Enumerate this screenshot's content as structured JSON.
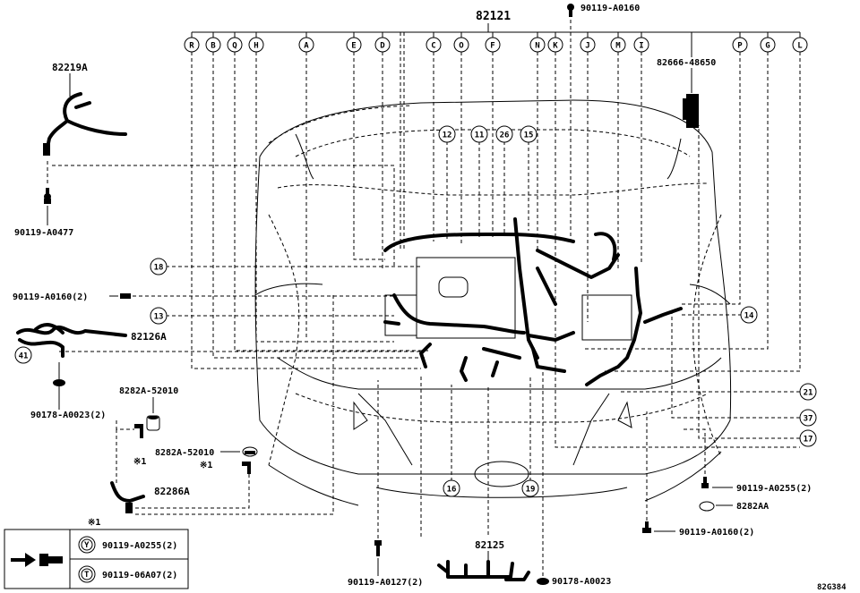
{
  "diagram": {
    "main_part": "82121",
    "drawing_code": "82G384",
    "part_labels": {
      "p82219A": "82219A",
      "p90119A0160top": "90119-A0160",
      "p82666": "82666-48650",
      "p90119A0477": "90119-A0477",
      "p90119A0160_2": "90119-A0160(2)",
      "p82126A": "82126A",
      "p90178A0023_2": "90178-A0023(2)",
      "p8282A_1": "8282A-52010",
      "p8282A_2": "8282A-52010",
      "p82286A": "82286A",
      "p90119A0255_2": "90119-A0255(2)",
      "p8282AA": "8282AA",
      "p90119A0160_2b": "90119-A0160(2)",
      "p82125": "82125",
      "p90119A0127_2": "90119-A0127(2)",
      "p90178A0023": "90178-A0023"
    },
    "note_mark": "※1",
    "callout_letters": [
      "R",
      "B",
      "Q",
      "H",
      "A",
      "E",
      "D",
      "C",
      "O",
      "F",
      "N",
      "K",
      "J",
      "M",
      "I",
      "P",
      "G",
      "L"
    ],
    "callout_numbers": {
      "n12": "12",
      "n11": "11",
      "n26": "26",
      "n15": "15",
      "n18": "18",
      "n13": "13",
      "n14": "14",
      "n41": "41",
      "n21": "21",
      "n37": "37",
      "n17": "17",
      "n16": "16",
      "n19": "19"
    },
    "legend": {
      "title": "※1",
      "row_y_code": "Y",
      "row_y_part": "90119-A0255(2)",
      "row_t_code": "T",
      "row_t_part": "90119-06A07(2)"
    }
  }
}
